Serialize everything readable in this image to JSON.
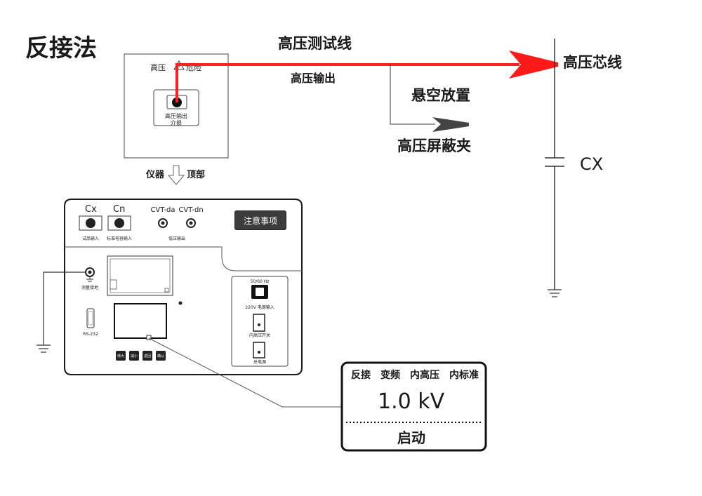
{
  "method_title": "反接法",
  "wiring": {
    "hv_test_line": "高压测试线",
    "hv_output_top": "高压输出",
    "float_note": "悬空放置",
    "hv_shield_clip": "高压屏蔽夹",
    "hv_core_wire": "高压芯线",
    "cx": "CX"
  },
  "top_panel": {
    "hv_warning": "高压",
    "danger": "危险",
    "socket_label": "高压输出",
    "socket_sub": "介损",
    "arrow_left": "仪器",
    "arrow_right": "顶部"
  },
  "front_panel": {
    "cx_label": "Cx",
    "cn_label": "Cn",
    "cvt_da": "CVT-da",
    "cvt_dn": "CVT-dn",
    "sample_input": "试品输入",
    "std_cap_input": "标准电容输入",
    "lv_output": "低压输出",
    "notice_button": "注意事项",
    "ground_label": "测量接地",
    "rs232": "RS-232",
    "freq": "50/60 Hz",
    "power_input": "220V 电源输入",
    "internal_hv_switch": "内高压开关",
    "main_power": "总电源",
    "keys": [
      "增大",
      "减小",
      "返回",
      "确认"
    ]
  },
  "lcd": {
    "mode_line": "反接　变频　内高压　内标准",
    "voltage": "1.0 kV",
    "start": "启动"
  },
  "colors": {
    "hv_wire": "#ff2020",
    "panel_stroke": "#1a1a1a",
    "notice_bg": "#3c3c3c"
  },
  "icons": [
    "warning-triangle-icon",
    "down-arrow-icon",
    "ground-symbol-icon",
    "toggle-switch-icon"
  ]
}
